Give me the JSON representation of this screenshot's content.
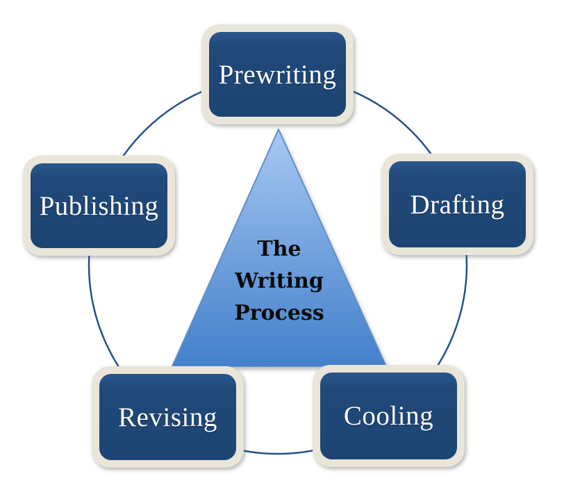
{
  "diagram": {
    "title": "The Writing Process",
    "title_lines": [
      "The",
      "Writing",
      "Process"
    ],
    "nodes": [
      {
        "id": "prewriting",
        "label": "Prewriting"
      },
      {
        "id": "drafting",
        "label": "Drafting"
      },
      {
        "id": "cooling",
        "label": "Cooling"
      },
      {
        "id": "revising",
        "label": "Revising"
      },
      {
        "id": "publishing",
        "label": "Publishing"
      }
    ],
    "colors": {
      "node_fill": "#1F4876",
      "node_border": "#E9E5D9",
      "node_text": "#FFFFFF",
      "circle_stroke": "#24508A",
      "triangle_gradient_top": "#A9C9F2",
      "triangle_gradient_bottom": "#4380CB",
      "triangle_stroke": "#5E8EC9",
      "triangle_text": "#0B0B0B",
      "background": "#FFFFFF"
    }
  }
}
